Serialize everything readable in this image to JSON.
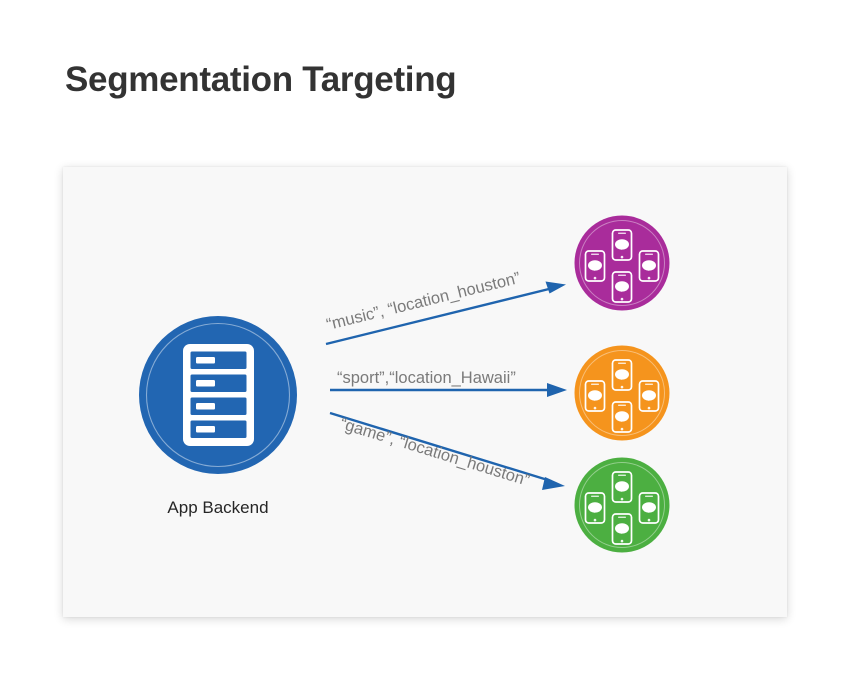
{
  "title": "Segmentation Targeting",
  "panel": {
    "background": "#f8f8f8"
  },
  "colors": {
    "title": "#333333",
    "server_blue": "#2266b2",
    "server_blue_dark": "#1f5ea6",
    "arrow_blue": "#1f64ae",
    "cluster_purple": "#a92c9b",
    "cluster_orange": "#f5941d",
    "cluster_green": "#4caf41",
    "label_gray": "#7a7a7a",
    "node_label": "#262626"
  },
  "source_node": {
    "icon": "server-icon",
    "label": "App Backend"
  },
  "arrows": [
    {
      "id": "music-houston",
      "label": "“music”, “location_houston”",
      "target": "purple-cluster",
      "direction": "up"
    },
    {
      "id": "sport-hawaii",
      "label": "“sport”,“location_Hawaii”",
      "target": "orange-cluster",
      "direction": "straight"
    },
    {
      "id": "game-houston",
      "label": "“game”, “location_houston”",
      "target": "green-cluster",
      "direction": "down"
    }
  ],
  "clusters": [
    {
      "id": "purple-cluster",
      "color": "#a92c9b",
      "icon": "devices-cluster-icon",
      "device_count": 4
    },
    {
      "id": "orange-cluster",
      "color": "#f5941d",
      "icon": "devices-cluster-icon",
      "device_count": 4
    },
    {
      "id": "green-cluster",
      "color": "#4caf41",
      "icon": "devices-cluster-icon",
      "device_count": 4
    }
  ]
}
